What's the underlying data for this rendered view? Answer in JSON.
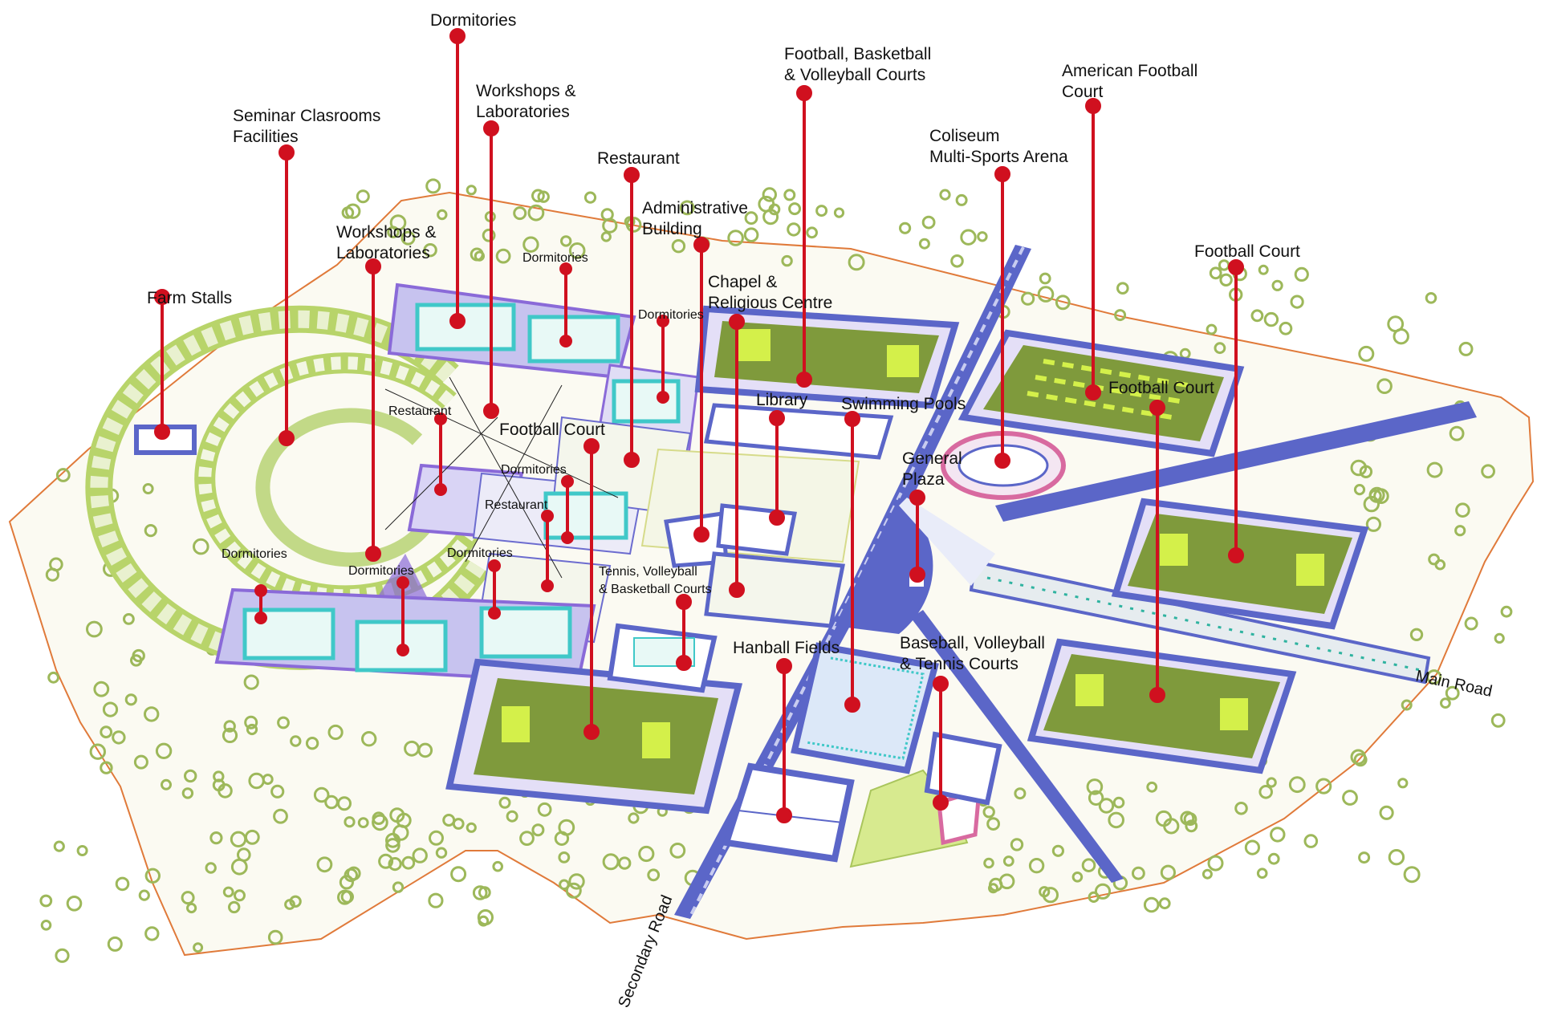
{
  "labels": {
    "dormitories_top": "Dormitories",
    "workshops_top_1": "Workshops &",
    "workshops_top_2": "Laboratories",
    "seminar_1": "Seminar Clasrooms",
    "seminar_2": "Facilities",
    "restaurant_top": "Restaurant",
    "admin_1": "Administrative",
    "admin_2": "Building",
    "football_basket_1": "Football, Basketball",
    "football_basket_2": "& Volleyball Courts",
    "american_1": "American Football",
    "american_2": "Court",
    "coliseum_1": "Coliseum",
    "coliseum_2": "Multi-Sports Arena",
    "football_court_right": "Football Court",
    "football_court_mid": "Football Court",
    "workshops_left_1": "Workshops &",
    "workshops_left_2": "Laboratories",
    "farm_stalls": "Farm Stalls",
    "chapel_1": "Chapel &",
    "chapel_2": "Religious Centre",
    "dormitories_small_1": "Dormitories",
    "dormitories_small_2": "Dormitories",
    "restaurant_small_1": "Restaurant",
    "restaurant_small_2": "Restaurant",
    "football_court_center": "Football Court",
    "library": "Library",
    "swimming": "Swimming Pools",
    "general_1": "General",
    "general_2": "Plaza",
    "dormitories_center": "Dormitories",
    "dormitories_left": "Dormitories",
    "dormitories_mid": "Dormitories",
    "dormitories_lower": "Dormitories",
    "tennis_1": "Tennis, Volleyball",
    "tennis_2": "& Basketball Courts",
    "handball": "Hanball Fields",
    "baseball_1": "Baseball, Volleyball",
    "baseball_2": "& Tennis Courts",
    "main_road": "Main Road",
    "secondary_road": "Secondary Road"
  },
  "colors": {
    "pin": "#d0101f",
    "road": "#5b66c8",
    "field": "#7f9a3c",
    "field_light": "#d4f04a",
    "site_edge": "#e07a3a",
    "tree": "#9db85a",
    "purple": "#8a6ad8",
    "cyan": "#40c8c8"
  }
}
